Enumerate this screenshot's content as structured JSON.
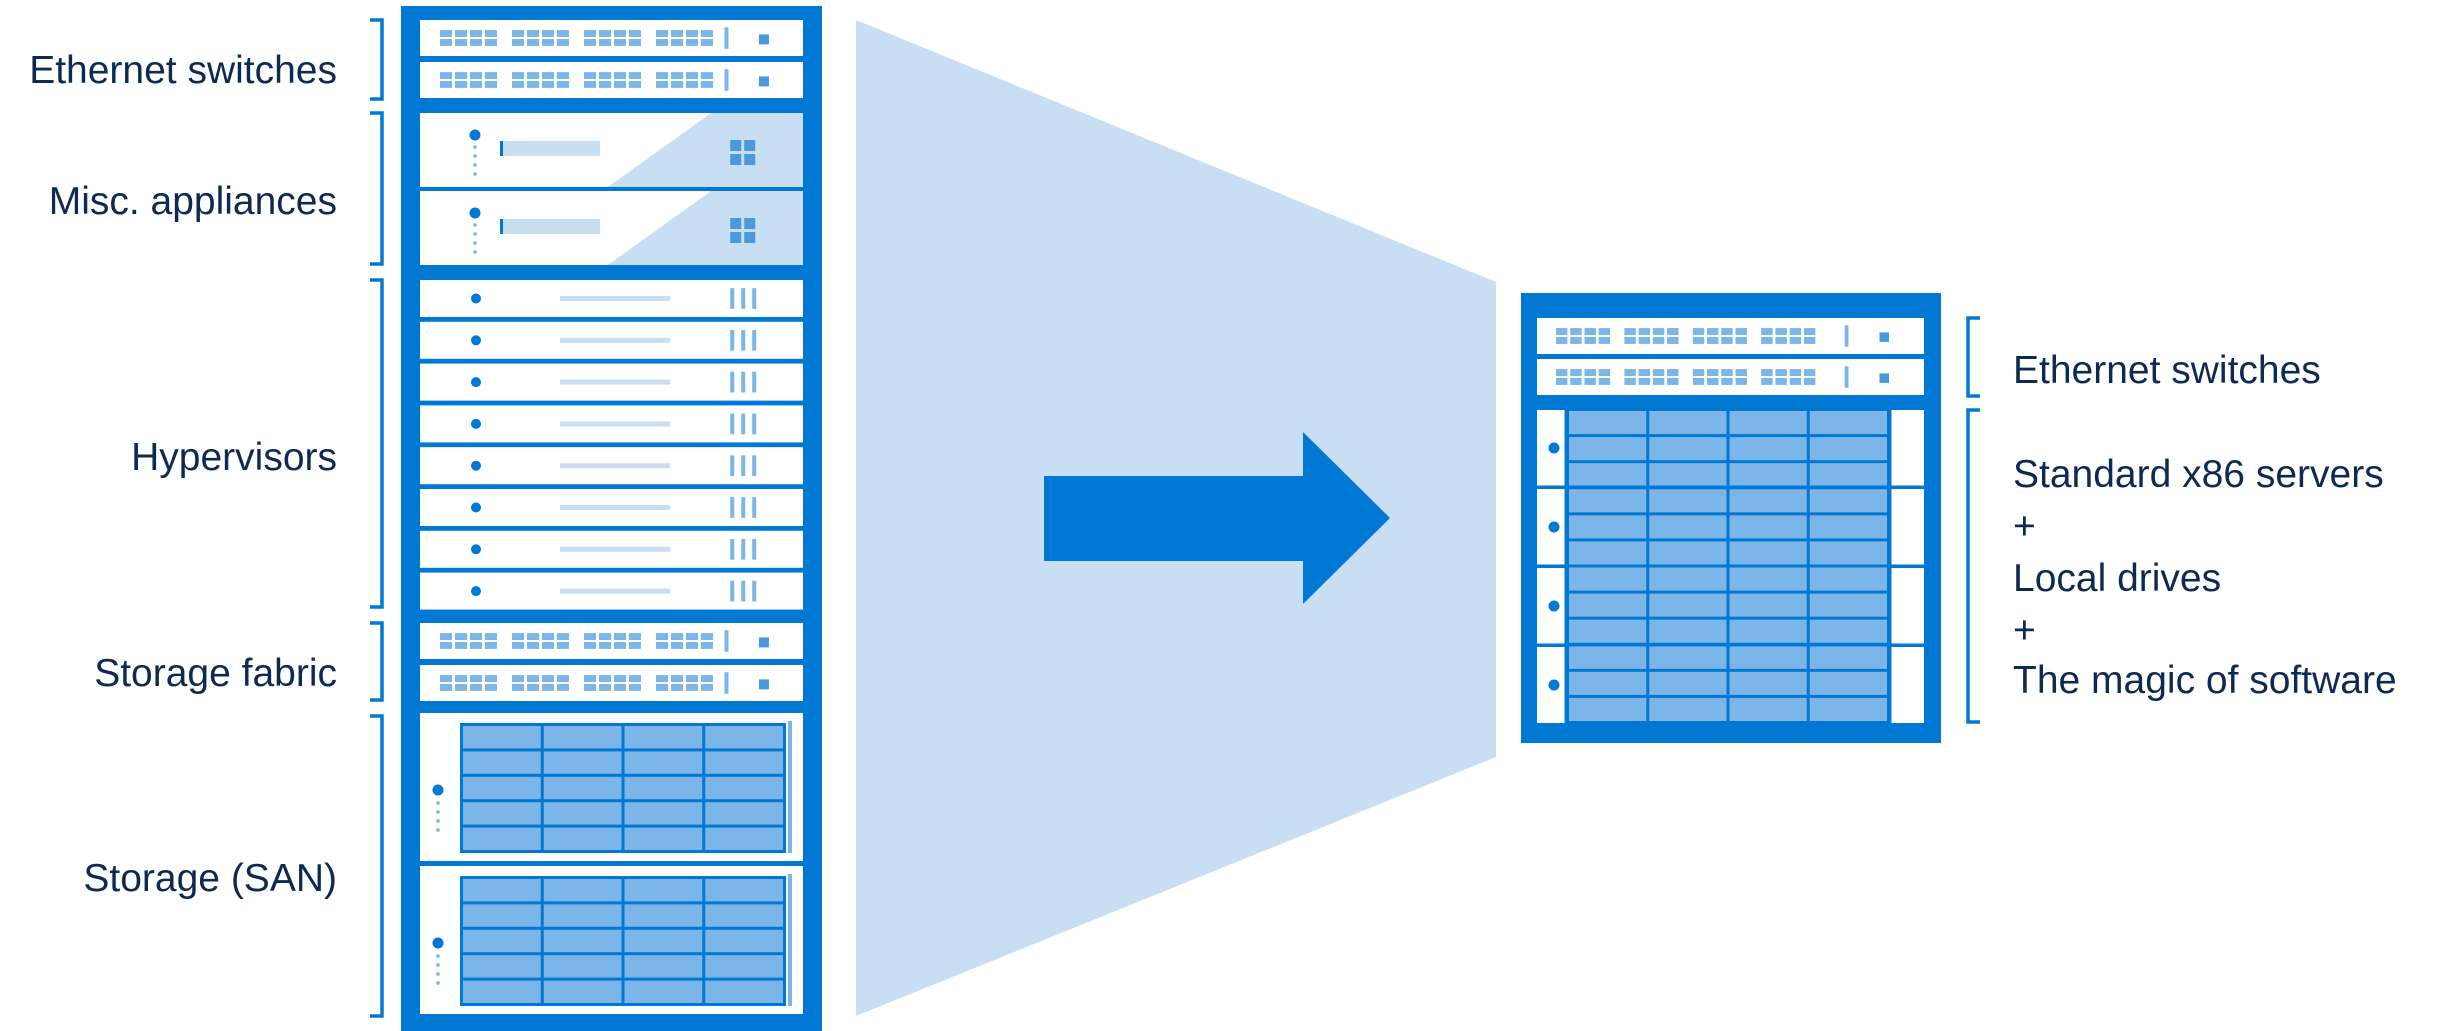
{
  "colors": {
    "rack_blue": "#0078d4",
    "light_blue": "#c8dff3",
    "mid_blue": "#7cb5e8",
    "label_text": "#0d2a52"
  },
  "left_rack": {
    "labels": {
      "ethernet": "Ethernet switches",
      "appliances": "Misc. appliances",
      "hypervisors": "Hypervisors",
      "storage_fabric": "Storage fabric",
      "san": "Storage (SAN)"
    },
    "unit_counts": {
      "ethernet_switches": 2,
      "appliances": 2,
      "hypervisors": 8,
      "storage_fabric_switches": 2,
      "san_enclosures": 2
    }
  },
  "right_rack": {
    "labels": {
      "ethernet": "Ethernet switches",
      "servers_lines": [
        "Standard x86 servers",
        "+",
        "Local drives",
        "+",
        "The magic of software"
      ]
    },
    "unit_counts": {
      "ethernet_switches": 2,
      "servers": 4
    }
  },
  "icons": {
    "arrow": "right-arrow-icon"
  }
}
